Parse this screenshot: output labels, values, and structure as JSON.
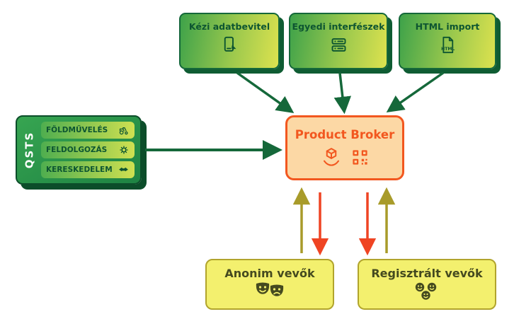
{
  "colors": {
    "dark_green": "#15683a",
    "leaf_green": "#3ea24a",
    "yellow_green": "#d8e04d",
    "orange": "#f2571f",
    "peach": "#fcd8a5",
    "yellow": "#f3f06e",
    "olive": "#a89b2a",
    "olive_border": "#b1a42c",
    "red": "#ef4423"
  },
  "sources": [
    {
      "label": "Kézi adatbevitel",
      "icon": "phone-tap-icon"
    },
    {
      "label": "Egyedi interfészek",
      "icon": "layers-interface-icon"
    },
    {
      "label": "HTML import",
      "icon": "html-file-icon",
      "icon_text": "HTML"
    }
  ],
  "qsts": {
    "label": "QSTS",
    "items": [
      {
        "label": "FÖLDMŰVELÉS",
        "icon": "tractor-icon"
      },
      {
        "label": "FELDOLGOZÁS",
        "icon": "gear-icon"
      },
      {
        "label": "KERESKEDELEM",
        "icon": "handshake-icon"
      }
    ]
  },
  "broker": {
    "label": "Product Broker",
    "icons": [
      "hand-box-icon",
      "qr-code-icon"
    ]
  },
  "customers": [
    {
      "label": "Anonim vevők",
      "icon": "theater-masks-icon"
    },
    {
      "label": "Regisztrált vevők",
      "icon": "smiley-faces-icon"
    }
  ]
}
